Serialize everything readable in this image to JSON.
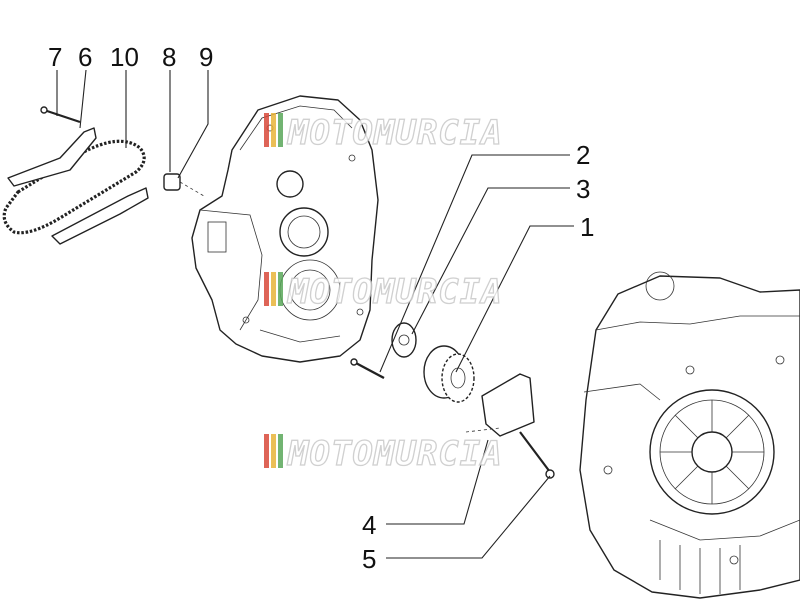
{
  "callouts": [
    {
      "id": "7",
      "label": "7"
    },
    {
      "id": "6",
      "label": "6"
    },
    {
      "id": "10",
      "label": "10"
    },
    {
      "id": "8",
      "label": "8"
    },
    {
      "id": "9",
      "label": "9"
    },
    {
      "id": "2",
      "label": "2"
    },
    {
      "id": "3",
      "label": "3"
    },
    {
      "id": "1",
      "label": "1"
    },
    {
      "id": "4",
      "label": "4"
    },
    {
      "id": "5",
      "label": "5"
    }
  ],
  "watermark": {
    "text": "MOTOMURCIA",
    "stripe_colors": [
      "#d94a3a",
      "#e8b43a",
      "#5aa85a"
    ]
  }
}
